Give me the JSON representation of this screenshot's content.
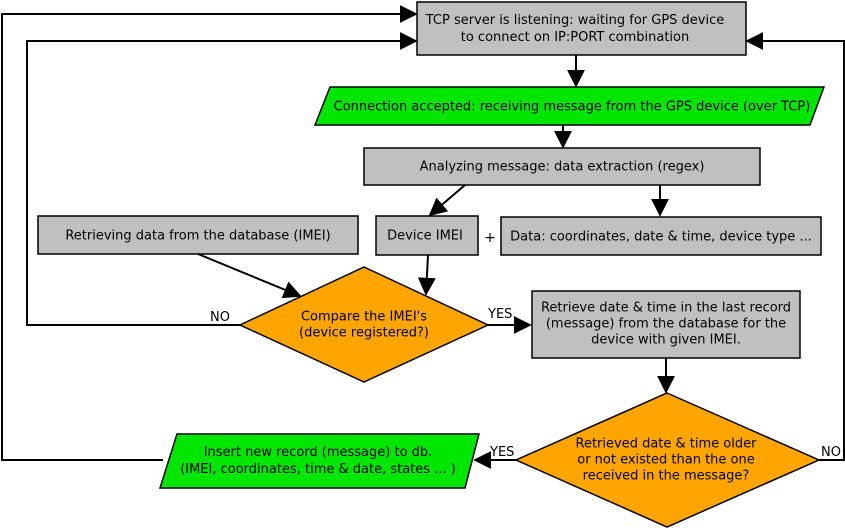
{
  "colors": {
    "process": "#c0c0c0",
    "io": "#00e600",
    "decision": "#ffa500",
    "stroke": "#000000"
  },
  "nodes": {
    "tcp_server": [
      "TCP server is listening: waiting for GPS device",
      "to connect on IP:PORT combination"
    ],
    "connection_accepted": [
      "Connection accepted: receiving message from the GPS device (over TCP)"
    ],
    "analyzing": [
      "Analyzing message: data extraction (regex)"
    ],
    "retrieving_db": [
      "Retrieving data from the database (IMEI)"
    ],
    "device_imei": [
      "Device IMEI"
    ],
    "plus_sign": "+",
    "data_fields": [
      "Data: coordinates, date & time, device type ..."
    ],
    "compare_imei": [
      "Compare the IMEI's",
      "(device registered?)"
    ],
    "retrieve_last": [
      "Retrieve date & time in the last record",
      "(message) from the database for the",
      "device with given IMEI."
    ],
    "date_check": [
      "Retrieved date & time older",
      "or not existed than the one",
      "received in the message?"
    ],
    "insert_record": [
      "Insert new record (message) to db.",
      "(IMEI, coordinates, time & date, states ... )"
    ]
  },
  "edge_labels": {
    "compare_no": "NO",
    "compare_yes": "YES",
    "date_yes": "YES",
    "date_no": "NO"
  }
}
